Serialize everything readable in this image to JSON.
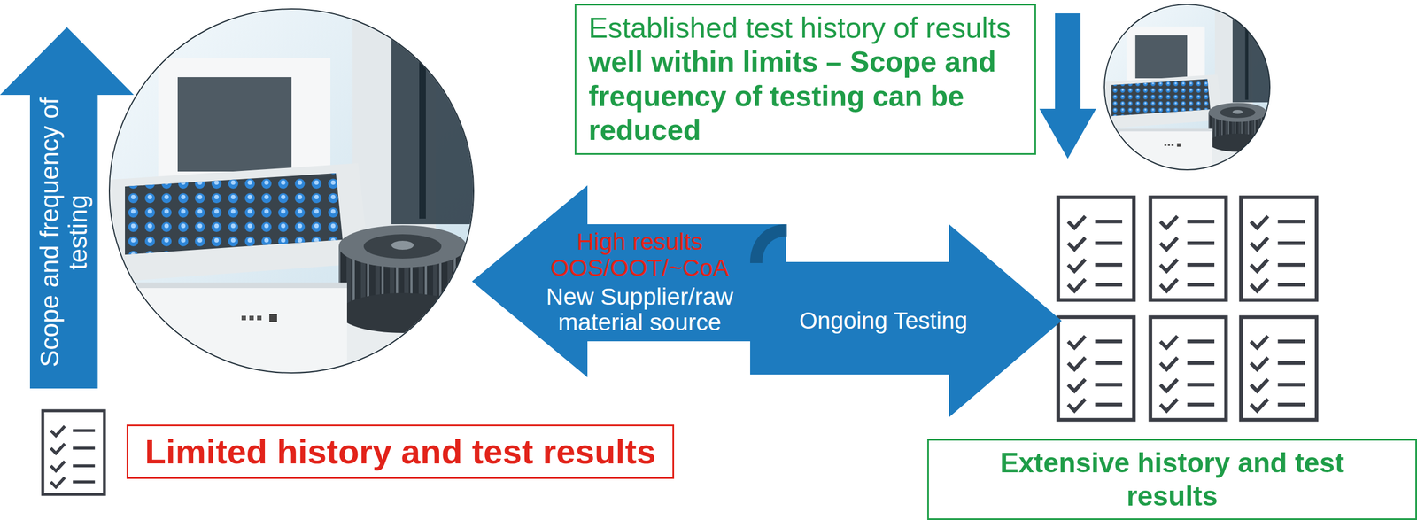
{
  "diagram": {
    "nodes": [
      {
        "text": [
          "Scope and frequency of testing"
        ]
      },
      {
        "text": [
          "Established test history of results",
          "well within limits – Scope and frequency of testing can be reduced"
        ]
      },
      {
        "text": [
          "High results OOS/OOT/~CoA",
          "New Supplier/raw material source"
        ]
      },
      {
        "text": [
          "Ongoing Testing"
        ]
      },
      {
        "text": [
          "Limited history and test results"
        ]
      },
      {
        "text": [
          "Extensive history and test results"
        ]
      }
    ]
  }
}
